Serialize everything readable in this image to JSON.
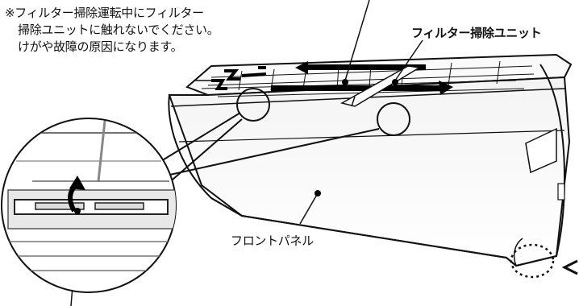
{
  "caution": {
    "lines": [
      "※フィルター掃除運転中にフィルター",
      "掃除ユニットに触れないでください。",
      "けがや故障の原因になります。"
    ]
  },
  "labels": {
    "filter_cleaning_unit": "フィルター掃除ユニット",
    "front_panel": "フロントパネル"
  },
  "colors": {
    "line": "#111111",
    "panel_fill": "#ffffff",
    "shade": "#e6e6e6",
    "arrow": "#000000"
  },
  "icons": {
    "direction_arrow": "left-chevron-arrow",
    "rotate_arrow": "curved-up-arrow"
  }
}
